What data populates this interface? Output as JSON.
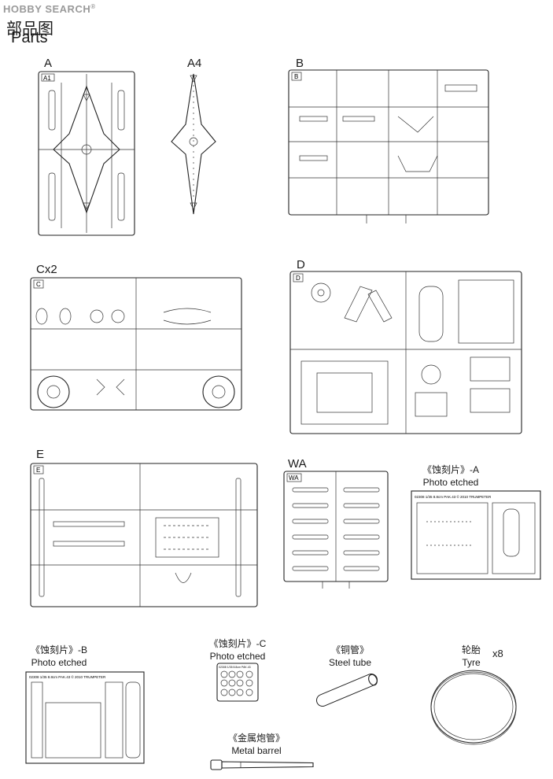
{
  "watermark": {
    "text": "HOBBY SEARCH",
    "reg": "®"
  },
  "heading": {
    "zh": "部品图",
    "en": "Parts"
  },
  "sprues": {
    "A": "A",
    "A4": "A4",
    "B": "B",
    "Cx2": "Cx2",
    "D": "D",
    "E": "E",
    "WA": "WA"
  },
  "sprue_tags": {
    "A": "A1",
    "B": "B",
    "C": "C",
    "D": "D",
    "E": "E",
    "WA": "WA"
  },
  "extras": {
    "pe_a_zh": "《蚀刻片》-A",
    "pe_a_en": "Photo etched",
    "pe_a_plate": "02308 1/35 8.8cm PAK.43 © 2010 TRUMPETER",
    "pe_b_zh": "《蚀刻片》-B",
    "pe_b_en": "Photo etched",
    "pe_b_plate": "02308 1/35 8.8cm PAK.43 © 2010 TRUMPETER",
    "pe_c_zh": "《蚀刻片》-C",
    "pe_c_en": "Photo etched",
    "pe_c_plate": "02308 1/35 8.8cm PAK.43",
    "tube_zh": "《铜管》",
    "tube_en": "Steel tube",
    "tyre_zh": "轮胎",
    "tyre_en": "Tyre",
    "tyre_qty": "x8",
    "barrel_zh": "《金属炮管》",
    "barrel_en": "Metal barrel"
  }
}
